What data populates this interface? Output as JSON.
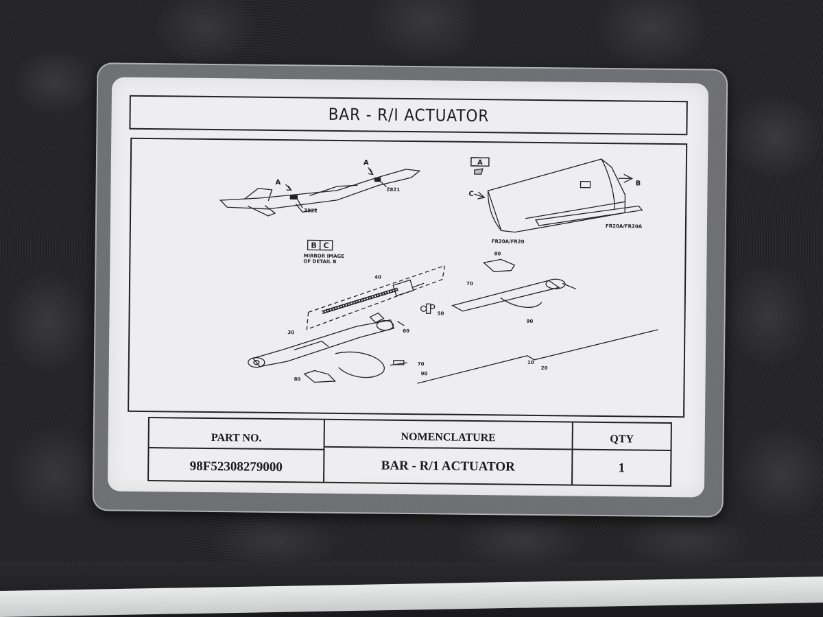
{
  "placard": {
    "title": "BAR - R/I ACTUATOR",
    "table": {
      "headers": {
        "part_no": "PART NO.",
        "nomenclature": "NOMENCLATURE",
        "qty": "QTY"
      },
      "row": {
        "part_no": "98F52308279000",
        "nomenclature": "BAR - R/1 ACTUATOR",
        "qty": "1"
      }
    },
    "illustration": {
      "detail_box_a": "A",
      "detail_box_b": "B",
      "detail_box_c": "C",
      "mirror_note_line1": "MIRROR IMAGE",
      "mirror_note_line2": "OF DETAIL B",
      "callouts": {
        "arrow_a": "A",
        "arrow_b": "B",
        "arrow_c": "C",
        "zone_1": "Z822",
        "zone_2": "Z821",
        "frame_1": "FR20A/FR20",
        "frame_2": "FR20A/FR20A",
        "item_10": "10",
        "item_20": "20",
        "item_30": "30",
        "item_40": "40",
        "item_50": "50",
        "item_60": "60",
        "item_70": "70",
        "item_80": "80",
        "item_90": "90"
      }
    }
  },
  "colors": {
    "card": "#eeeef0",
    "ink": "#1c1c1c",
    "foam": "#222224"
  }
}
